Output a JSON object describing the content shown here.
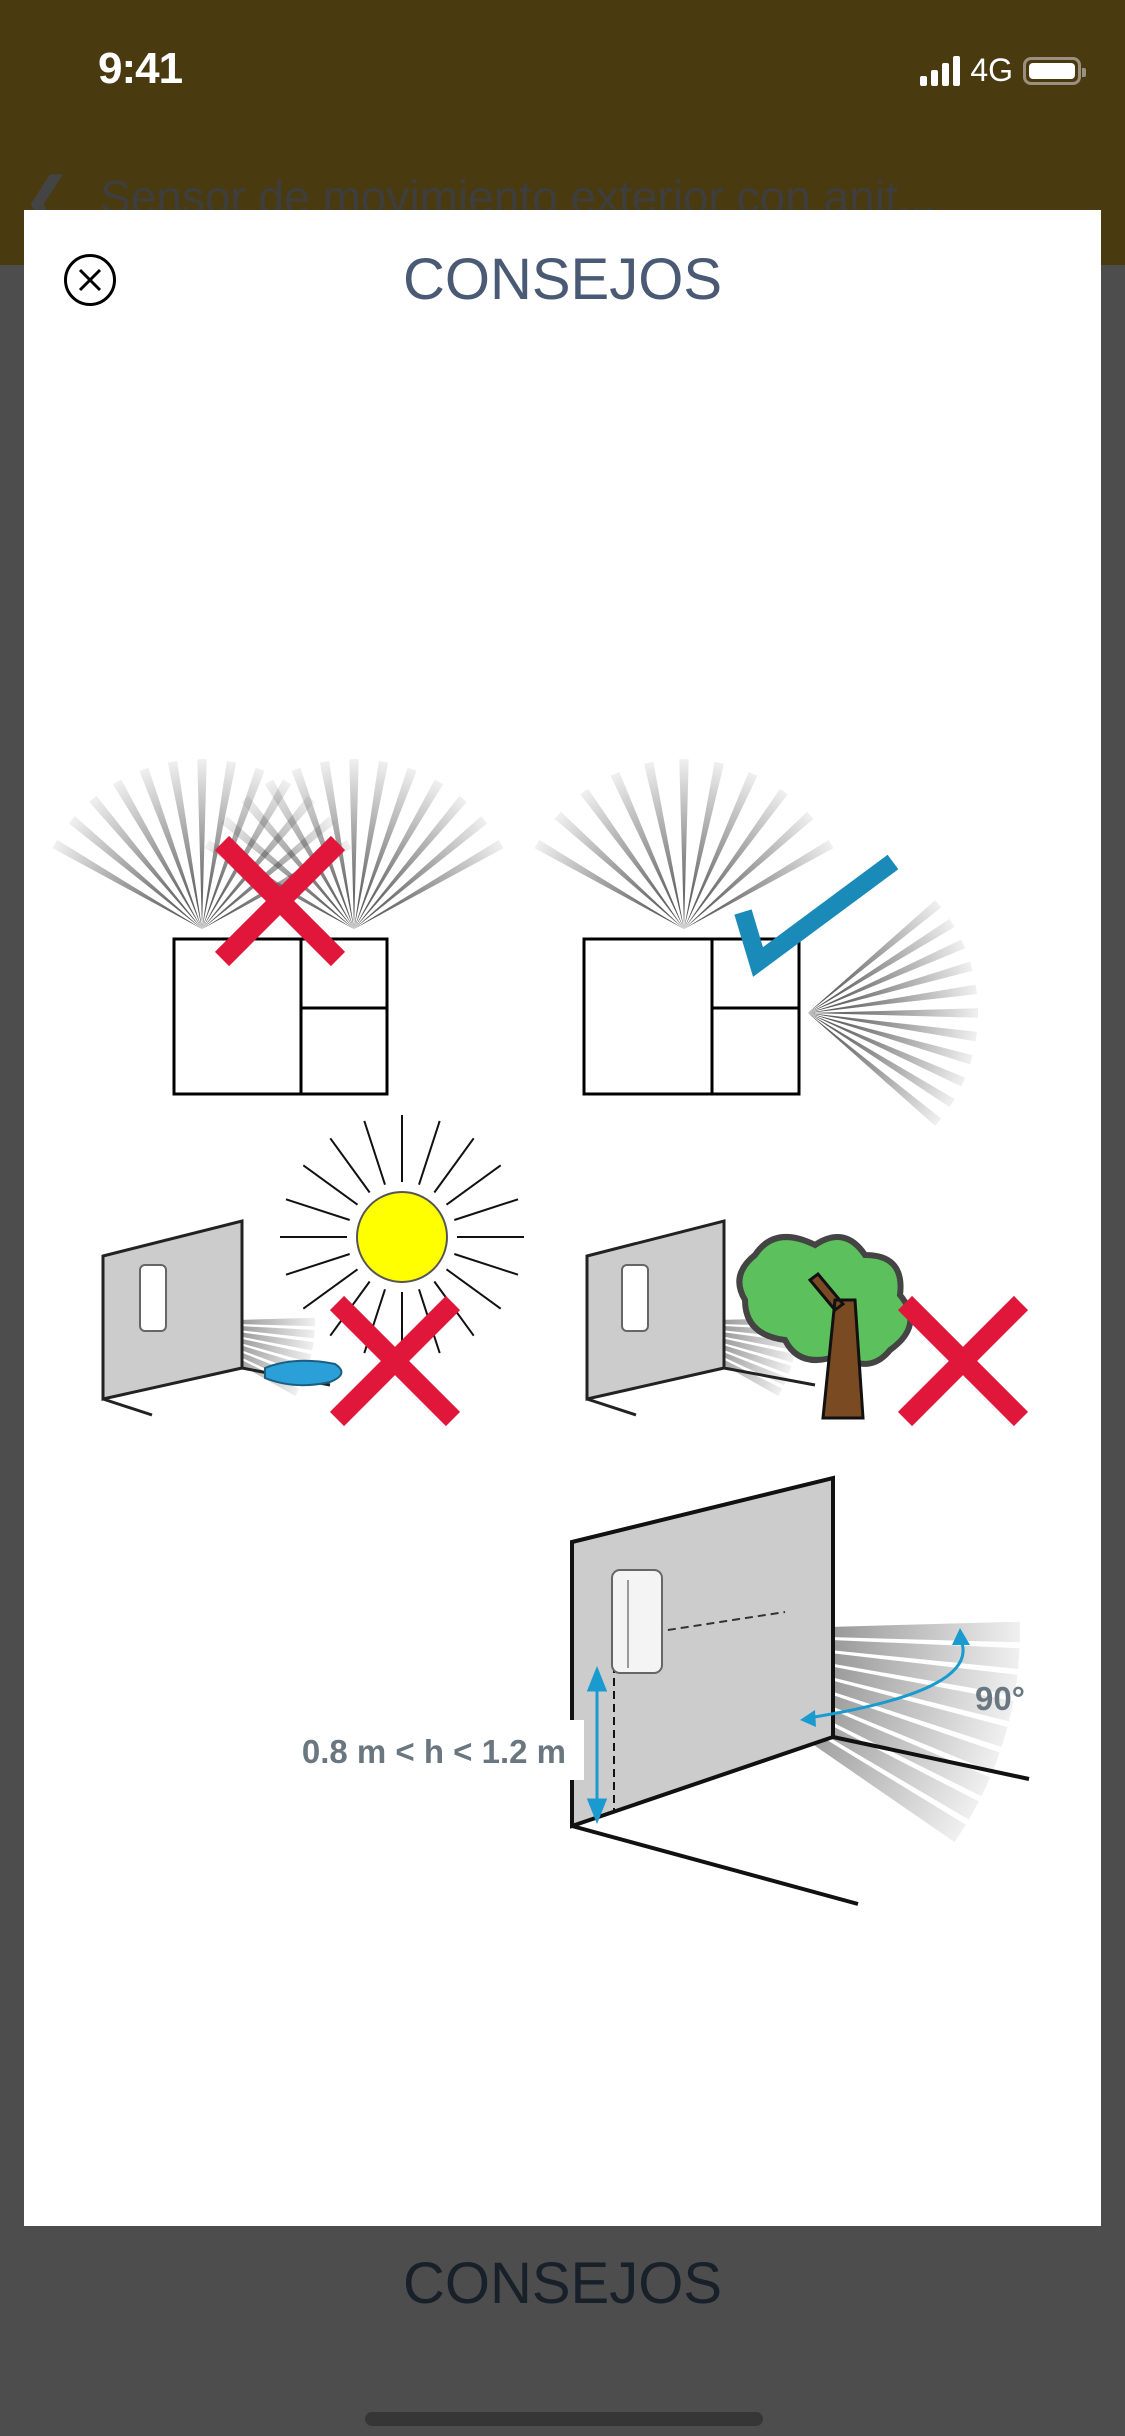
{
  "status_bar": {
    "time": "9:41",
    "network": "4G"
  },
  "nav": {
    "title": "Sensor de movimiento exterior con anit..."
  },
  "background": {
    "section_title": "CONSEJOS"
  },
  "modal": {
    "title": "CONSEJOS",
    "close_icon": "close-circle-icon",
    "illustrations": {
      "height_label": "0.8 m < h < 1.2 m",
      "angle_label": "90°"
    }
  },
  "colors": {
    "header": "#4a3a10",
    "title": "#4a5a75",
    "cross": "#e0163a",
    "check": "#1a8ab8",
    "arrow": "#1a9bd0"
  }
}
